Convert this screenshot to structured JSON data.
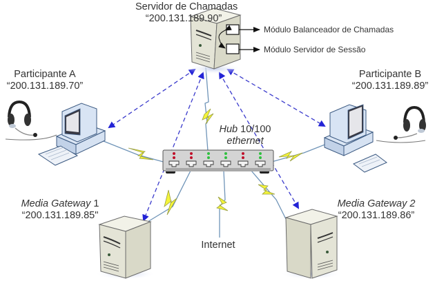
{
  "diagram": {
    "colors": {
      "dashed_arrow": "#3a3acc",
      "lightning": "#f4f43a",
      "lightning_stroke": "#9aa040",
      "cable": "#6f94b8",
      "device_body": "#e9e9dc",
      "device_side": "#d6d6c4",
      "device_stroke": "#6a6a6a",
      "screen_blue": "#c9d9ef",
      "led_red": "#c0102a",
      "led_green": "#30c040",
      "hub_body": "#d8d8d8"
    },
    "nodes": {
      "call_server": {
        "name": "Servidor de Chamadas",
        "ip": "“200.131.189.90”",
        "modules": [
          {
            "label": "Módulo Balanceador de Chamadas"
          },
          {
            "label": "Módulo Servidor de Sessão"
          }
        ]
      },
      "participant_a": {
        "name": "Participante A",
        "ip": "“200.131.189.70”"
      },
      "participant_b": {
        "name": "Participante B",
        "ip": "“200.131.189.89”"
      },
      "hub": {
        "name_italic": "Hub",
        "name_rest": " 10/100",
        "line2": "ethernet",
        "port_leds": [
          "red",
          "red",
          "green",
          "green",
          "red",
          "green"
        ]
      },
      "gateway_1": {
        "name_italic": "Media Gateway",
        "name_rest": " 1",
        "ip": "“200.131.189.85\""
      },
      "gateway_2": {
        "name_italic": "Media Gateway 2",
        "name_rest": "",
        "ip": "“200.131.189.86”"
      },
      "internet": {
        "name": "Internet"
      }
    },
    "edges": [
      {
        "from": "call_server",
        "to": "participant_a",
        "style": "dashed-bidirectional"
      },
      {
        "from": "call_server",
        "to": "participant_b",
        "style": "dashed-bidirectional"
      },
      {
        "from": "call_server",
        "to": "gateway_1",
        "style": "dashed-bidirectional"
      },
      {
        "from": "call_server",
        "to": "gateway_2",
        "style": "dashed-bidirectional"
      },
      {
        "from": "hub",
        "to": "call_server",
        "style": "lightning"
      },
      {
        "from": "hub",
        "to": "participant_a",
        "style": "lightning"
      },
      {
        "from": "hub",
        "to": "participant_b",
        "style": "lightning"
      },
      {
        "from": "hub",
        "to": "gateway_1",
        "style": "lightning"
      },
      {
        "from": "hub",
        "to": "gateway_2",
        "style": "lightning"
      },
      {
        "from": "hub",
        "to": "internet",
        "style": "lightning"
      }
    ]
  }
}
